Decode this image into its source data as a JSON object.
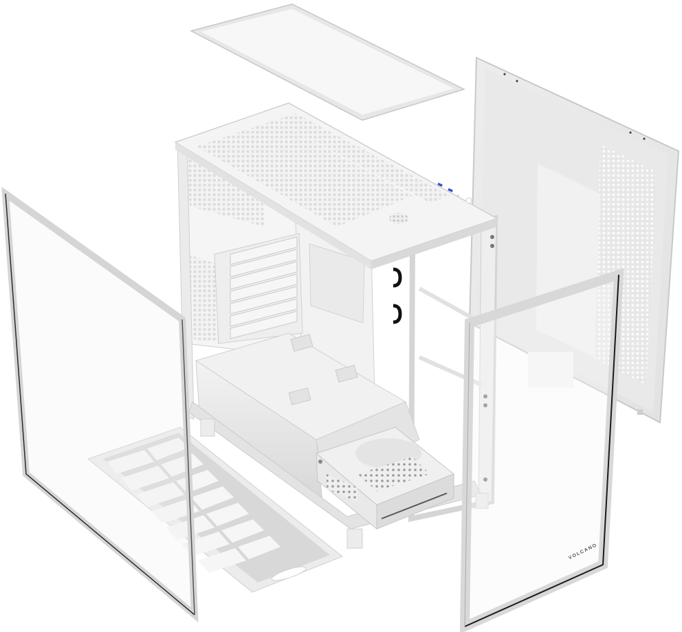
{
  "image": {
    "subject": "Exploded view of a white PC case",
    "background_color": "#ffffff",
    "brand_label": "VOLCANO",
    "palette": {
      "body_white": "#f2f2f2",
      "panel_light": "#e9e9e9",
      "panel_shadow": "#cfcfcf",
      "edge_grey": "#b8b8b8",
      "glass_edge_dark": "#2a2a2a",
      "port_blue": "#3a4fd0",
      "cable_black": "#111111"
    },
    "components": [
      {
        "id": "top-dust-filter",
        "label": "Top magnetic dust filter"
      },
      {
        "id": "chassis",
        "label": "Main chassis with mesh top"
      },
      {
        "id": "front-io",
        "label": "Top I/O with 2 blue USB ports"
      },
      {
        "id": "pci-slots",
        "label": "7 vertical PCI expansion slot covers"
      },
      {
        "id": "psu-shroud",
        "label": "PSU shroud"
      },
      {
        "id": "drive-cage",
        "label": "Drive cage with perforated tray"
      },
      {
        "id": "left-glass-panel",
        "label": "Left tempered glass side panel"
      },
      {
        "id": "bottom-dust-filter",
        "label": "Bottom dust filter (2x7 grid)"
      },
      {
        "id": "right-mesh-panel",
        "label": "Right side panel with mesh vent"
      },
      {
        "id": "front-glass-panel",
        "label": "Front tempered glass panel with VOLCANO label"
      }
    ],
    "bottom_filter_grid": {
      "rows": 7,
      "cols": 2
    }
  }
}
